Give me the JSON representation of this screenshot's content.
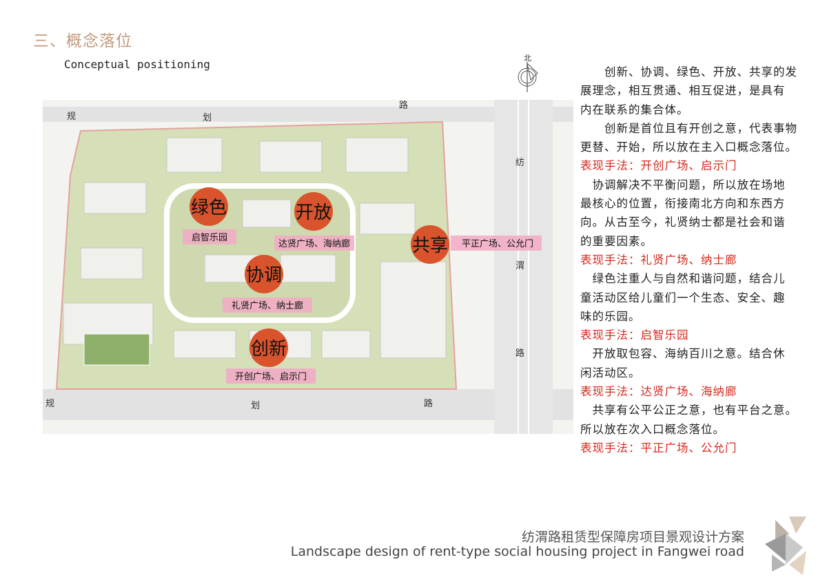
{
  "header": {
    "title": "三、概念落位",
    "subtitle": "Conceptual positioning"
  },
  "map": {
    "north_label": "北",
    "roads": {
      "north": [
        "规",
        "划",
        "路"
      ],
      "east": [
        "纺",
        "渭",
        "路"
      ],
      "south": [
        "规",
        "划",
        "路"
      ]
    },
    "concepts": [
      {
        "name": "绿色",
        "label": "启智乐园"
      },
      {
        "name": "开放",
        "label": "达贤广场、海纳廊"
      },
      {
        "name": "共享",
        "label": "平正广场、公允门"
      },
      {
        "name": "协调",
        "label": "礼贤广场、纳士廊"
      },
      {
        "name": "创新",
        "label": "开创广场、启示门"
      }
    ],
    "colors": {
      "circle": "#d9532c",
      "label_bg": "#f2a9c4",
      "green": "#c9d6a8",
      "road": "#e4e4e4",
      "boundary": "#e7a0a0"
    }
  },
  "body": {
    "lines": [
      {
        "text": "　　创新、协调、绿色、开放、共享的发",
        "red": false
      },
      {
        "text": "展理念，相互贯通、相互促进，是具有",
        "red": false
      },
      {
        "text": "内在联系的集合体。",
        "red": false
      },
      {
        "text": "　　创新是首位且有开创之意，代表事物",
        "red": false
      },
      {
        "text": "更替、开始，所以放在主入口概念落位。",
        "red": false
      },
      {
        "text": "表现手法：开创广场、启示门",
        "red": true
      },
      {
        "text": "　协调解决不平衡问题，所以放在场地",
        "red": false
      },
      {
        "text": "最核心的位置，衔接南北方向和东西方",
        "red": false
      },
      {
        "text": "向。从古至今，礼贤纳士都是社会和谐",
        "red": false
      },
      {
        "text": "的重要因素。",
        "red": false
      },
      {
        "text": "表现手法：礼贤广场、纳士廊",
        "red": true
      },
      {
        "text": "　绿色注重人与自然和谐问题，结合儿",
        "red": false
      },
      {
        "text": "童活动区给儿童们一个生态、安全、趣",
        "red": false
      },
      {
        "text": "味的乐园。",
        "red": false
      },
      {
        "text": "表现手法：启智乐园",
        "red": true
      },
      {
        "text": "　开放取包容、海纳百川之意。结合休",
        "red": false
      },
      {
        "text": "闲活动区。",
        "red": false
      },
      {
        "text": "表现手法：达贤广场、海纳廊",
        "red": true
      },
      {
        "text": "　共享有公平公正之意，也有平台之意。",
        "red": false
      },
      {
        "text": "所以放在次入口概念落位。",
        "red": false
      },
      {
        "text": "表现手法：平正广场、公允门",
        "red": true
      }
    ]
  },
  "footer": {
    "title_cn": "纺渭路租赁型保障房项目景观设计方案",
    "title_en": "Landscape design of rent-type social housing project in Fangwei road"
  }
}
